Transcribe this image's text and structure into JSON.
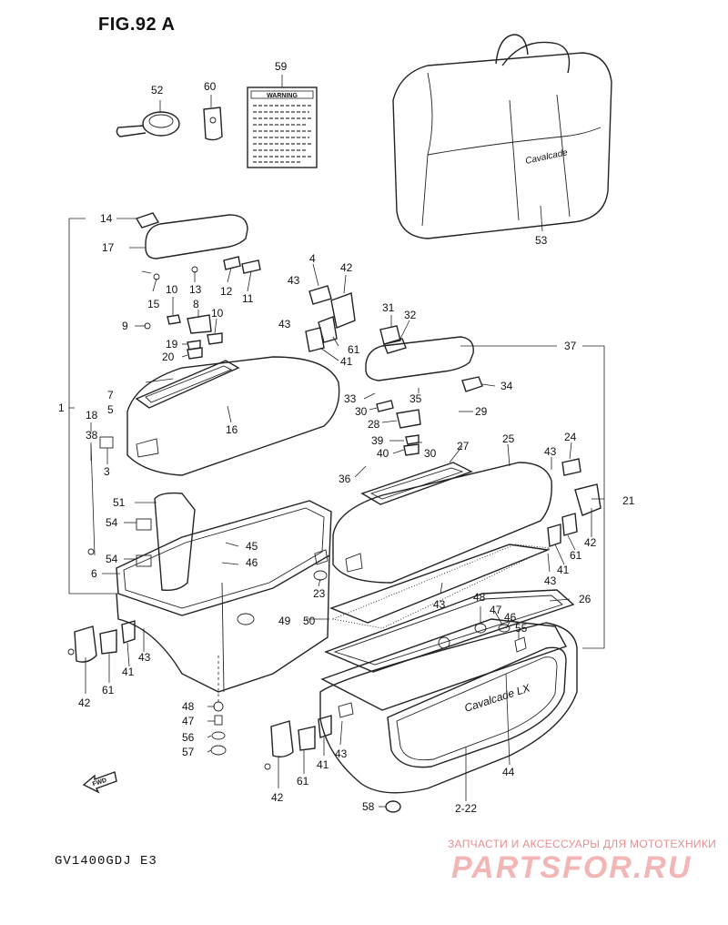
{
  "figure": {
    "title": "FIG.92 A",
    "model_code": "GV1400GDJ  E3"
  },
  "watermark": {
    "tagline": "ЗАПЧАСТИ И АКСЕССУАРЫ ДЛЯ МОТОТЕХНИКИ",
    "logo": "PARTSFOR.RU"
  },
  "sticker": {
    "heading": "WARNING"
  },
  "bag": {
    "brand": "Cavalcade"
  },
  "case": {
    "emblem": "Cavalcade LX"
  },
  "fwd_arrow": "FWD",
  "callouts": [
    "52",
    "60",
    "59",
    "53",
    "14",
    "17",
    "4",
    "42",
    "43",
    "15",
    "13",
    "12",
    "11",
    "10",
    "8",
    "9",
    "10",
    "19",
    "20",
    "43",
    "61",
    "41",
    "31",
    "32",
    "37",
    "7",
    "5",
    "33",
    "35",
    "30",
    "34",
    "29",
    "16",
    "28",
    "1",
    "18",
    "38",
    "3",
    "39",
    "30",
    "40",
    "27",
    "25",
    "24",
    "43",
    "36",
    "21",
    "51",
    "54",
    "45",
    "46",
    "54",
    "6",
    "23",
    "42",
    "61",
    "41",
    "43",
    "49",
    "50",
    "48",
    "47",
    "46",
    "55",
    "26",
    "43",
    "42",
    "61",
    "41",
    "43",
    "48",
    "47",
    "56",
    "57",
    "43",
    "41",
    "61",
    "42",
    "44",
    "58",
    "2-22"
  ]
}
